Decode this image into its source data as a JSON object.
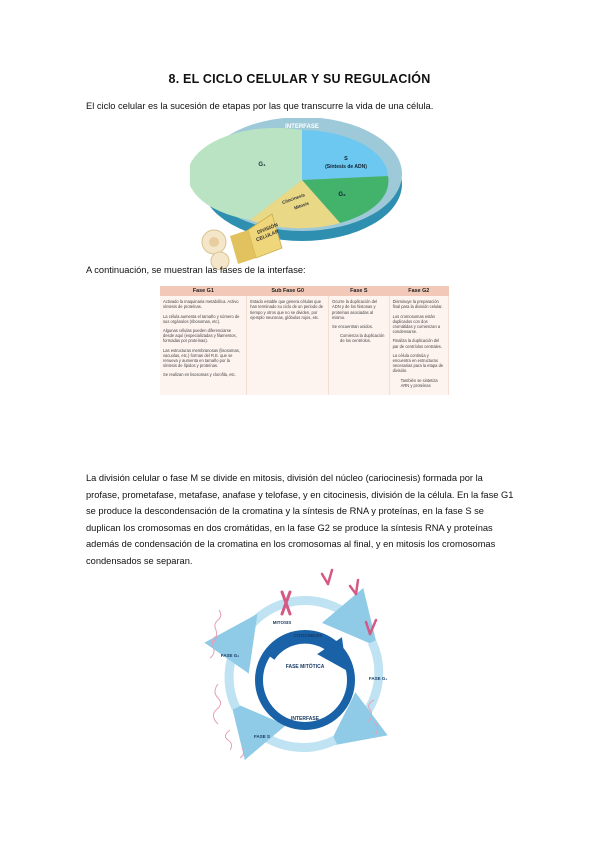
{
  "title": "8. EL CICLO CELULAR Y SU REGULACIÓN",
  "intro": "El ciclo celular es la sucesión de etapas por las que transcurre la vida de una célula.",
  "wheel": {
    "interfase": "INTERFASE",
    "g1": "G₁",
    "s_title": "S",
    "s_sub": "(Síntesis de ADN)",
    "g2": "G₂",
    "cito": "Citocinesis",
    "mitosis": "Mitosis",
    "division1": "DIVISIÓN",
    "division2": "CELULAR",
    "colors": {
      "g1": "#b9e3c2",
      "s": "#6cc8f0",
      "g2": "#43b26a",
      "rim": "#2e8fb0",
      "top": "#9ec9d9"
    }
  },
  "continuation": "A continuación, se muestran las fases de la interfase:",
  "table": {
    "headers": [
      "Fase G1",
      "Sub Fase G0",
      "Fase S",
      "Fase G2"
    ],
    "columns": [
      [
        "Activado la maquinaria metabólica. Activo síntesis de proteínas.",
        "La célula aumenta el tamaño y número de sus orgánulos (ribosomas, etc).",
        "Algunas células pueden diferenciarse desde aquí (especializadas y filamentos, formadas por proteínas).",
        "Las estructuras membranosas (lisosomas, vacuolas, etc.) forman del R.E. que se renueva y aumenta en tamaño por la síntesis de lípidos y proteínas.",
        "Se realizan en lisosomas y clorofila, etc."
      ],
      [
        "Estado estable que genera células que han terminado su ciclo de un periodo de tiempo y otros que no se dividen, por ejemplo neuronas, glóbulos rojos, etc."
      ],
      [
        "Ocurre la duplicación del ADN y de los histonas y proteínas asociadas al mismo.",
        "Se encuentran unidos.",
        "Comienza la duplicación de los centríolos."
      ],
      [
        "Disminuye la preparación final para la división celular.",
        "Los cromosomas están duplicados con dos cromátidas y comienzan a condensarse.",
        "Finaliza la duplicación del par de centríolos centrales.",
        "La célula continúa y encuentra en estructuras necesarias para la etapa de división.",
        "También se sintetiza ARN y proteínas"
      ]
    ],
    "colors": {
      "header": "#f2c9b8",
      "body": "#fdf3ef"
    }
  },
  "body_text": "La división celular o fase M se divide en mitosis, división del núcleo (cariocinesis) formada por la profase, prometafase, metafase, anafase y telofase, y en citocinesis, división de la célula. En la fase G1 se produce la descondensación de la cromatina y la síntesis de RNA y proteínas, en la fase S se duplican los cromosomas en dos cromátidas, en la fase G2 se produce la síntesis RNA y proteínas además de condensación de la cromatina en los cromosomas al final, y en mitosis los cromosomas condensados se separan.",
  "cycle": {
    "mitosis": "MITOSIS",
    "citocinesis": "CITOCINESIS",
    "fase_mitotica": "FASE MITÓTICA",
    "interfase": "INTERFASE",
    "g1": "FASE G₁",
    "g2": "FASE G₂",
    "s": "FASE S",
    "colors": {
      "outer": "#bfe3f2",
      "inner": "#1a62a8",
      "chromatin": "#e6a0b8"
    }
  }
}
